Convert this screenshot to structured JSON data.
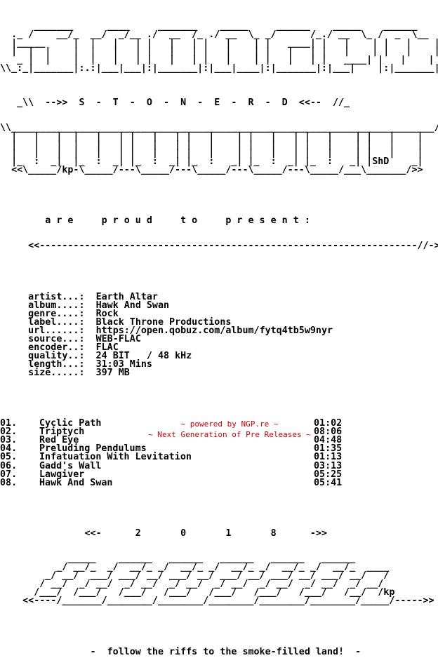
{
  "nfo": {
    "art_top": [
      "      _______      ____     _______    _____     ______    _____    ______",
      "  ._ /    __/_  __/  _/__ ./  __  /_ ./ __  \\_ _/      /_./ __  \\_ /  _  \\__",
      "  |_____     |  |   |   | |   |   | |   |    | |   ____| |   |    | |   |    |",
      "  |  |  |    |  |   |   | |   |   | |   |    | |   |   | |   |    | |   |    |",
      "   _ |  |    |  |   |   | |   |   | |   |    | |   |   | |   ____| |   |    |",
      "\\\\_:_|_______|:.:|___|___|:|_______|:|___|____|:|_______|:|___|    |:|_______|_/",
      ""
    ],
    "title_line": "   _\\\\  -->>  S  -  T  -  O  -  N  -  E  -  R  -  D  <<--  //_",
    "art_bottom": [
      "\\\\___________________________________________________________________________//",
      "  |   |   |  |   |   | |   |   | |   |    | |   |   | |   |    | |   |    |",
      "  |   |   |  |   |   | |   |   | |   |    | |   |   | |   |    | |   |    |",
      "  |   |   |  |   |   | |   |   | |   |    | |   |   | |   |    | |   |    |",
      "  |_  :  _|  |_  :  _| |_  :  _| |_  :   _| |_  :  _| |_  :   _| |ShD    _|",
      "  <<\\_____/kp-\\_____/---\\_____/---\\_____/---\\_____/---\\_____/___\\_______/>>"
    ],
    "present_line": "        a r e     p r o u d     t o     p r e s e n t :",
    "dash_line": "     <<-------------------------------------------------------------------//->>",
    "info": [
      {
        "label": "     artist...:",
        "value": "Earth Altar"
      },
      {
        "label": "     album....:",
        "value": "Hawk And Swan"
      },
      {
        "label": "     genre....:",
        "value": "Rock"
      },
      {
        "label": "     label....:",
        "value": "Black Throne Productions"
      },
      {
        "label": "     url......:",
        "value": "https://open.qobuz.com/album/fytq4tb5w9nyr"
      },
      {
        "label": "     source...:",
        "value": "WEB-FLAC"
      },
      {
        "label": "     encoder..:",
        "value": "FLAC"
      },
      {
        "label": "     quality..:",
        "value": "24 BIT   / 48 kHz"
      },
      {
        "label": "     length...:",
        "value": "31:03 Mins"
      },
      {
        "label": "     size.....:",
        "value": "397 MB"
      }
    ],
    "tracks": [
      {
        "num": "01.",
        "title": "Cyclic Path",
        "time": "01:02"
      },
      {
        "num": "02.",
        "title": "Triptych",
        "time": "08:06"
      },
      {
        "num": "03.",
        "title": "Red Eye",
        "time": "04:48"
      },
      {
        "num": "04.",
        "title": "Preluding Pendulums",
        "time": "01:35"
      },
      {
        "num": "05.",
        "title": "Infatuation With Levitation",
        "time": "01:13"
      },
      {
        "num": "06.",
        "title": "Gadd's Wall",
        "time": "03:13"
      },
      {
        "num": "07.",
        "title": "Lawgiver",
        "time": "05:25"
      },
      {
        "num": "08.",
        "title": "Hawk And Swan",
        "time": "05:41"
      }
    ],
    "year_line": "               <<-      2       0       1       8      ->>",
    "art_year": [
      "            _____    ______   ______   ______   ______   ______",
      "          _/ __/_  _/  __/_ _/  __/_ _/  __/_ _/  __/_ _/  __/_  ____",
      "        _/ __/  ___/ ___/ __/ ___/ __/ ___/ __/ ___/ __/ ___/ __/   /",
      "       / __/  _/ __/  _/ __/  _/ __/  _/ __/  _/ __/  _/ __/  _/ __/",
      "      /___/  /___/   /___/   /___/   /___/   /___/   /___/   /__/  /kp",
      "    <<----/_______/________/________/________/________/________/_____/----->>"
    ],
    "tagline": "                -  follow the riffs to the smoke-filled land!  -"
  },
  "footer": {
    "line1": "~ powered by NGP.re ~",
    "line2": "~ Next Generation of Pre Releases ~",
    "color": "#d80000"
  }
}
